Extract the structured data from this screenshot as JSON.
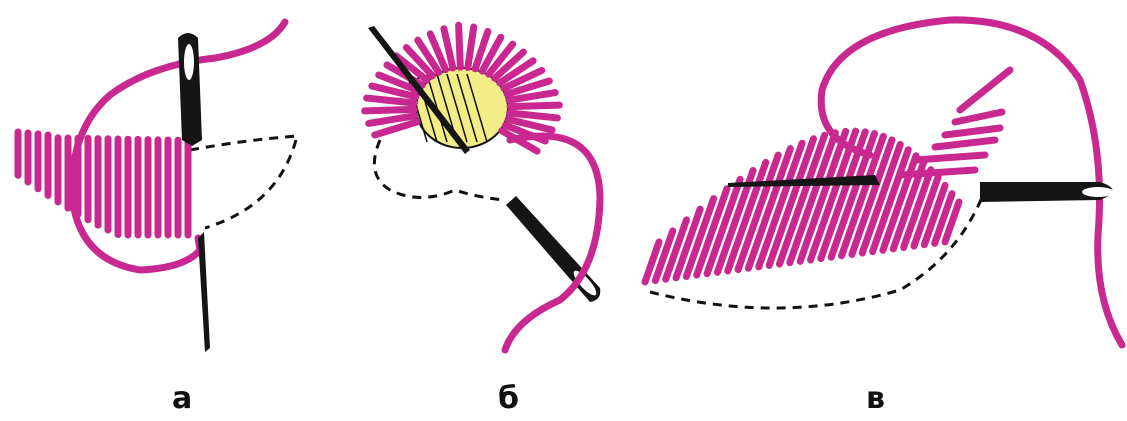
{
  "captions": {
    "a": "а",
    "b": "б",
    "c": "в"
  },
  "colors": {
    "thread": "#c8288f",
    "needle": "#151515",
    "fill_center": "#f2ed86",
    "outline": "#111111",
    "background": "#ffffff"
  },
  "icons": [
    "needle-icon",
    "thread-icon"
  ]
}
